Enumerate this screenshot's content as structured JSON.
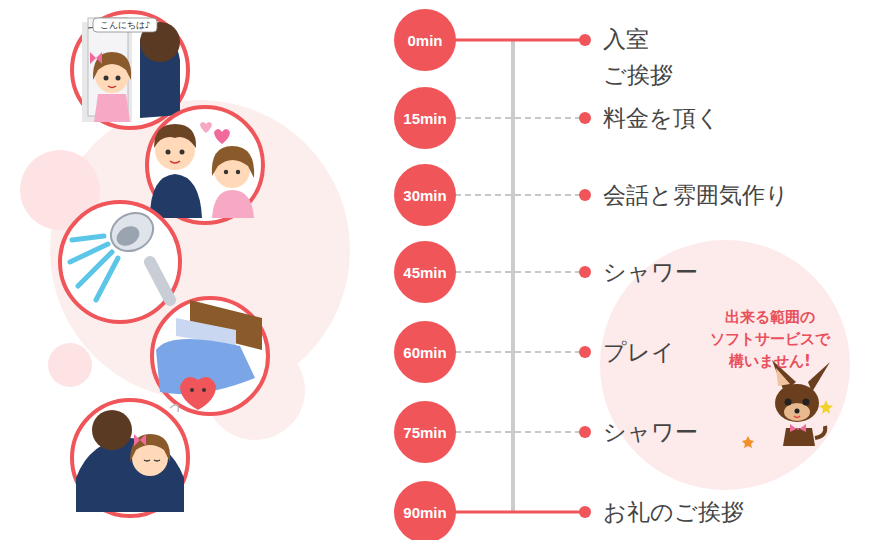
{
  "diagram": {
    "nodes": [
      {
        "text": [
          "0min"
        ]
      },
      {
        "text": [
          "15min"
        ]
      },
      {
        "text": [
          "30min"
        ]
      },
      {
        "text": [
          "45min"
        ]
      },
      {
        "text": [
          "60min"
        ]
      },
      {
        "text": [
          "75min"
        ]
      },
      {
        "text": [
          "90min"
        ]
      }
    ],
    "labels": [
      "こんにちは♪",
      "入室 ご挨拶",
      "料金を頂く",
      "会話と雰囲気作り",
      "シャワー",
      "プレイ",
      "シャワー",
      "お礼のご挨拶",
      "出来る範囲の ソフトサービスで 構いません!"
    ]
  }
}
